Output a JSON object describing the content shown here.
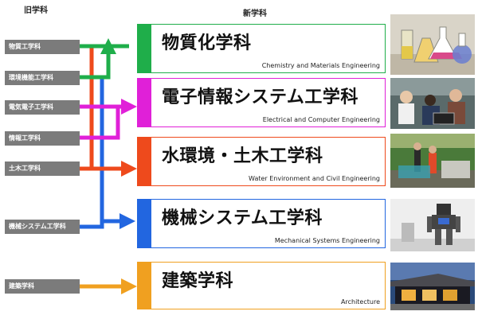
{
  "headers": {
    "old": "旧学科",
    "new": "新学科"
  },
  "old_departments": [
    {
      "id": "materials",
      "label": "物質工学科"
    },
    {
      "id": "environment",
      "label": "環境機能工学科"
    },
    {
      "id": "electrical",
      "label": "電気電子工学科"
    },
    {
      "id": "information",
      "label": "情報工学科"
    },
    {
      "id": "civil",
      "label": "土木工学科"
    },
    {
      "id": "mechanical",
      "label": "機械システム工学科"
    },
    {
      "id": "architecture",
      "label": "建築学科"
    }
  ],
  "new_departments": [
    {
      "id": "chem",
      "jp": "物質化学科",
      "en": "Chemistry and Materials  Engineering",
      "color": "#1fae4a",
      "photo": "lab-glassware-photo"
    },
    {
      "id": "elec",
      "jp": "電子情報システム工学科",
      "en": "Electrical and Computer  Engineering",
      "color": "#e020d8",
      "photo": "students-computers-photo"
    },
    {
      "id": "water",
      "jp": "水環境・土木工学科",
      "en": "Water Environment and Civil  Engineering",
      "color": "#ee4a1c",
      "photo": "field-experiment-photo"
    },
    {
      "id": "mech",
      "jp": "機械システム工学科",
      "en": "Mechanical Systems  Engineering",
      "color": "#2266e0",
      "photo": "humanoid-robot-photo"
    },
    {
      "id": "arch",
      "jp": "建築学科",
      "en": "Architecture",
      "color": "#f0a020",
      "photo": "building-exterior-photo"
    }
  ]
}
